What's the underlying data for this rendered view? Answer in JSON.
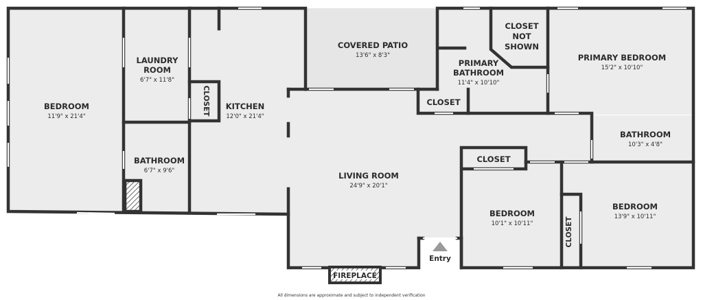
{
  "rooms": {
    "bedroom1": {
      "name": "BEDROOM",
      "dims": "11'9\" x 21'4\""
    },
    "laundry": {
      "name_line1": "LAUNDRY",
      "name_line2": "ROOM",
      "dims": "6'7\" x 11'8\""
    },
    "closet_kitchen": {
      "name": "CLOSET"
    },
    "kitchen": {
      "name": "KITCHEN",
      "dims": "12'0\" x 21'4\""
    },
    "bathroom1": {
      "name": "BATHROOM",
      "dims": "6'7\" x 9'6\""
    },
    "covered_patio": {
      "name": "COVERED PATIO",
      "dims": "13'6\" x 8'3\""
    },
    "primary_bathroom": {
      "name_line1": "PRIMARY",
      "name_line2": "BATHROOM",
      "dims": "11'4\" x 10'10\""
    },
    "closet_not_shown": {
      "line1": "CLOSET",
      "line2": "NOT",
      "line3": "SHOWN"
    },
    "primary_bedroom": {
      "name": "PRIMARY BEDROOM",
      "dims": "15'2\" x 10'10\""
    },
    "closet_patio": {
      "name": "CLOSET"
    },
    "bathroom2": {
      "name": "BATHROOM",
      "dims": "10'3\" x 4'8\""
    },
    "living_room": {
      "name": "LIVING ROOM",
      "dims": "24'9\" x 20'1\""
    },
    "closet_bedroom2": {
      "name": "CLOSET"
    },
    "bedroom2": {
      "name": "BEDROOM",
      "dims": "10'1\" x 10'11\""
    },
    "closet_bedroom3": {
      "name": "CLOSET"
    },
    "bedroom3": {
      "name": "BEDROOM",
      "dims": "13'9\" x 10'11\""
    }
  },
  "fireplace": {
    "label": "FIREPLACE"
  },
  "entry": {
    "label": "Entry"
  },
  "disclaimer": "All dimensions are approximate and subject to independent verification"
}
